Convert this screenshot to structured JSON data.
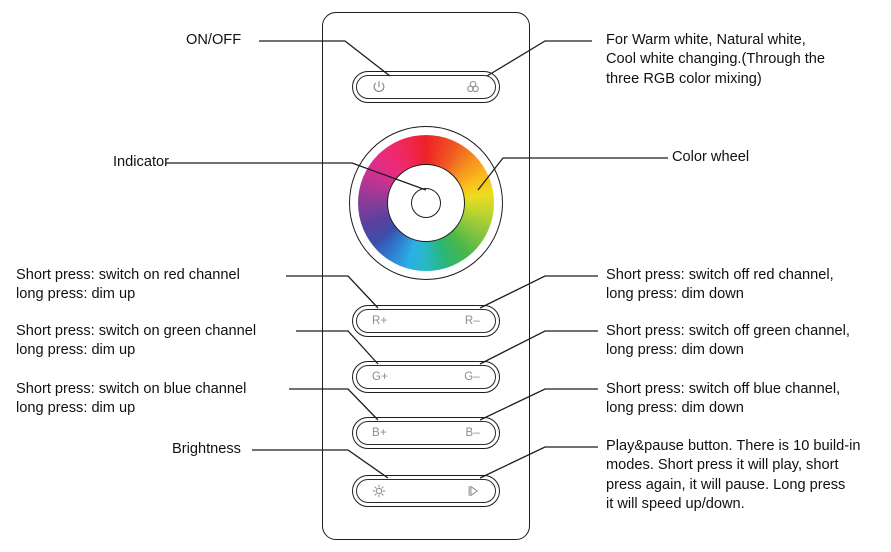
{
  "device": {
    "name": "rgb-led-touch-panel-controller",
    "buttons": {
      "power_label": "power-icon",
      "mode_label": "rgb-mix-icon",
      "r_plus": "R+",
      "r_minus": "R–",
      "g_plus": "G+",
      "g_minus": "G–",
      "b_plus": "B+",
      "b_minus": "B–",
      "brightness_label": "brightness-icon",
      "play_label": "play-icon"
    },
    "wheel": {
      "label": "color-wheel",
      "indicator_label": "indicator"
    }
  },
  "annotations": {
    "on_off": "ON/OFF",
    "white_modes": "For Warm white, Natural white,\nCool white changing.(Through the\nthree RGB color mixing)",
    "indicator": "Indicator",
    "color_wheel": "Color wheel",
    "red_on": "Short press: switch on red channel\nlong press: dim up",
    "red_off": "Short press: switch off red channel,\nlong press: dim down",
    "green_on": "Short press: switch on green channel\nlong press: dim up",
    "green_off": "Short press: switch off green channel,\nlong press: dim down",
    "blue_on": "Short press: switch on blue channel\nlong press: dim up",
    "blue_off": "Short press: switch off blue channel,\nlong press: dim down",
    "brightness": "Brightness",
    "play_pause": "Play&pause button. There is 10 build-in\nmodes. Short press it will play, short\npress again, it will pause. Long press\nit will speed up/down."
  },
  "colors": {
    "outline": "#1d1d1d",
    "button_text": "#8d8d8d",
    "annotation_text": "#111111",
    "background": "#ffffff",
    "wheel_red": "#ee2227",
    "wheel_yellow": "#ecdc20",
    "wheel_green": "#4cb748",
    "wheel_cyan": "#27b8c4",
    "wheel_blue": "#3c4eaa",
    "wheel_magenta": "#cf3190"
  }
}
